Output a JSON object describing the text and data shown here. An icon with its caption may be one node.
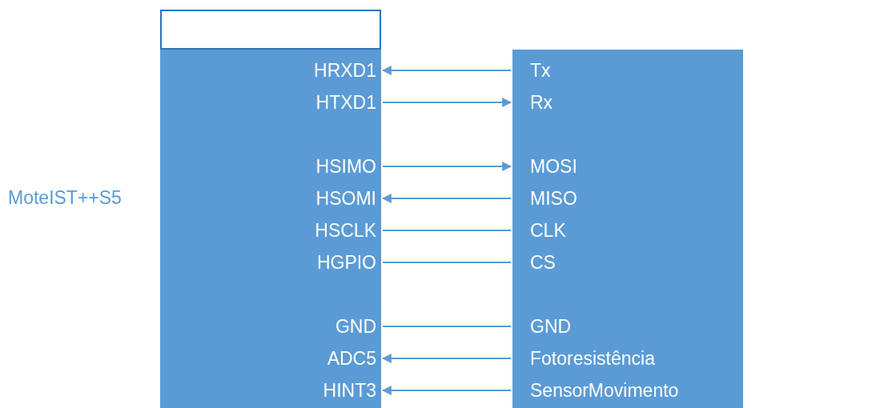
{
  "diagram": {
    "nodes": [
      {
        "text": [],
        "shape": "box"
      },
      {
        "text": [],
        "shape": "box"
      },
      {
        "text": [
          "HRXD1"
        ],
        "in": 1
      },
      {
        "text": [
          "HTXD1"
        ],
        "in": 1
      },
      {
        "text": [
          "HSIMO"
        ],
        "in": 1
      },
      {
        "text": [
          "HSOMI"
        ],
        "in": 1
      },
      {
        "text": [
          "HSCLK"
        ],
        "in": 1
      },
      {
        "text": [
          "HGPIO"
        ],
        "in": 1
      },
      {
        "text": [
          "GND"
        ],
        "in": 1
      },
      {
        "text": [
          "ADC5"
        ],
        "in": 1
      },
      {
        "text": [
          "HINT3"
        ],
        "in": 1
      },
      {
        "text": [],
        "shape": "box"
      },
      {
        "text": [
          "Tx"
        ],
        "in": 11
      },
      {
        "text": [
          "Rx"
        ],
        "in": 11
      },
      {
        "text": [
          "MOSI"
        ],
        "in": 11
      },
      {
        "text": [
          "MISO"
        ],
        "in": 11
      },
      {
        "text": [
          "CLK"
        ],
        "in": 11
      },
      {
        "text": [
          "CS"
        ],
        "in": 11
      },
      {
        "text": [
          "GND"
        ],
        "in": 11
      },
      {
        "text": [
          "Fotoresistência"
        ],
        "in": 11
      },
      {
        "text": [
          "SensorMovimento"
        ],
        "in": 11
      }
    ],
    "edges": [
      {
        "from": 12,
        "to": 2,
        "arrow": "to"
      },
      {
        "from": 3,
        "to": 13,
        "arrow": "to"
      },
      {
        "from": 4,
        "to": 14,
        "arrow": "to"
      },
      {
        "from": 15,
        "to": 5,
        "arrow": "to"
      },
      {
        "from": 6,
        "to": 16,
        "arrow": "none"
      },
      {
        "from": 7,
        "to": 17,
        "arrow": "none"
      },
      {
        "from": 8,
        "to": 18,
        "arrow": "none"
      },
      {
        "from": 19,
        "to": 9,
        "arrow": "to"
      },
      {
        "from": 20,
        "to": 10,
        "arrow": "to"
      }
    ],
    "labels": [
      "MoteIST++S5"
    ]
  }
}
